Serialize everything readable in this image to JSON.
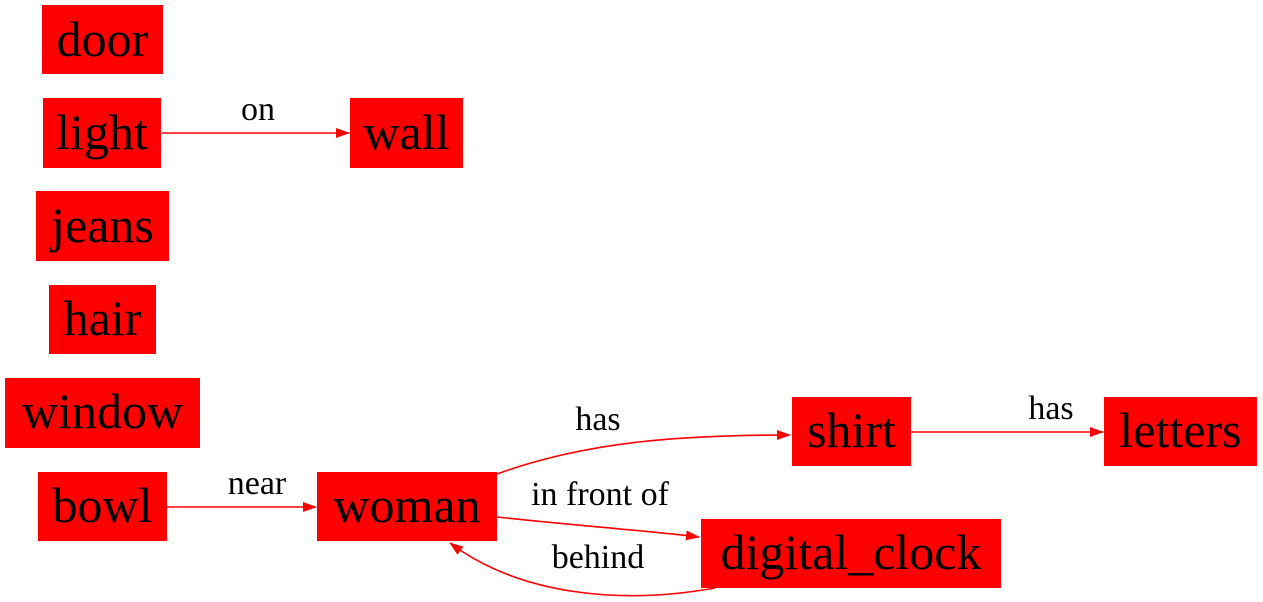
{
  "diagram": {
    "nodes": {
      "door": "door",
      "light": "light",
      "wall": "wall",
      "jeans": "jeans",
      "hair": "hair",
      "window": "window",
      "bowl": "bowl",
      "woman": "woman",
      "shirt": "shirt",
      "letters": "letters",
      "digital_clock": "digital_clock"
    },
    "edges": [
      {
        "from": "light",
        "to": "wall",
        "label": "on"
      },
      {
        "from": "bowl",
        "to": "woman",
        "label": "near"
      },
      {
        "from": "woman",
        "to": "shirt",
        "label": "has"
      },
      {
        "from": "shirt",
        "to": "letters",
        "label": "has"
      },
      {
        "from": "woman",
        "to": "digital_clock",
        "label": "in front of"
      },
      {
        "from": "digital_clock",
        "to": "woman",
        "label": "behind"
      }
    ],
    "colors": {
      "node_fill": "#ff0000",
      "edge": "#ff0000",
      "text": "#000000",
      "background": "#ffffff"
    }
  }
}
